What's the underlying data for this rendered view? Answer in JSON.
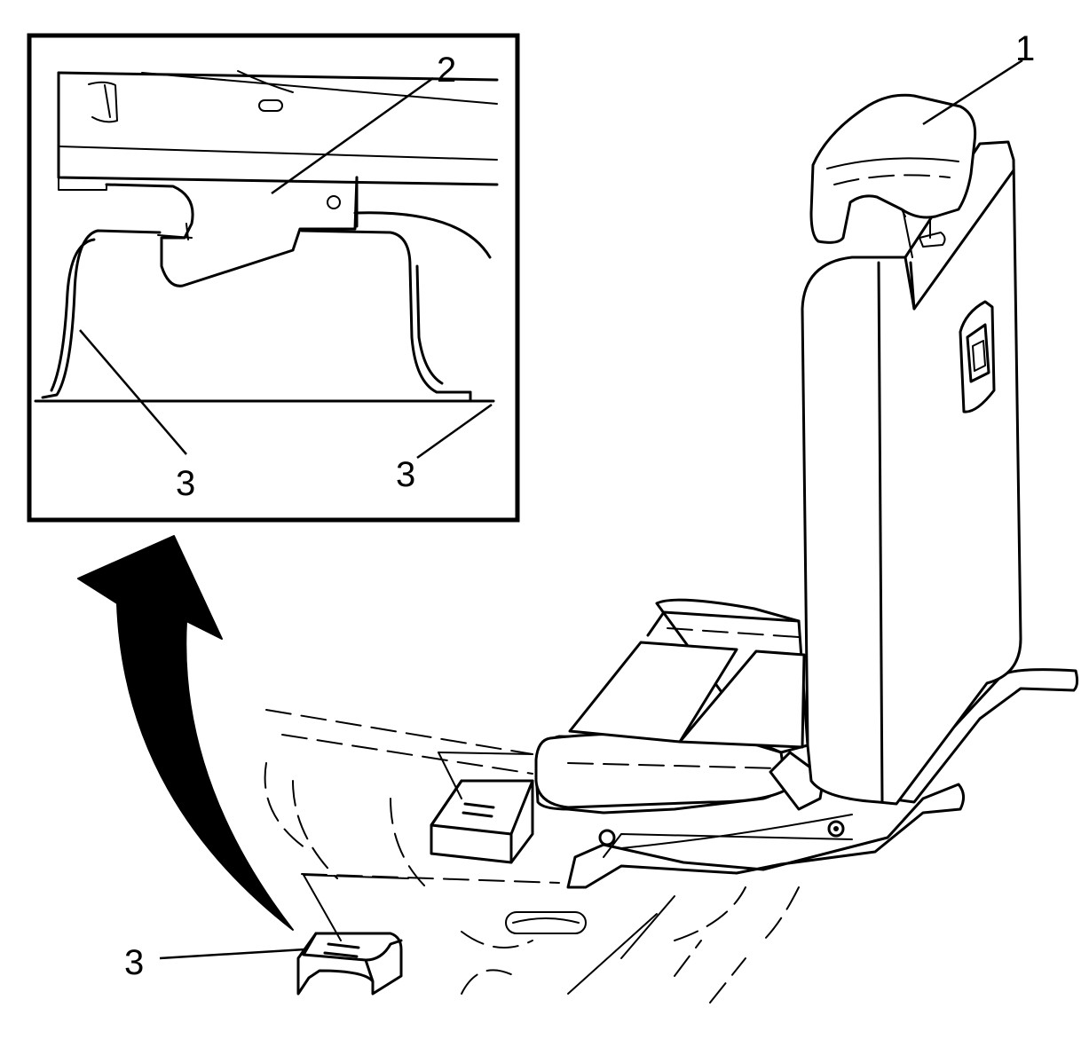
{
  "callouts": {
    "headrest": "1",
    "latch": "2",
    "floor_striker_inset_left": "3",
    "floor_striker_inset_right": "3",
    "floor_striker_main": "3"
  },
  "icons": {
    "arrow": "curved-arrow-icon"
  },
  "colors": {
    "line": "#000000",
    "background": "#ffffff"
  }
}
